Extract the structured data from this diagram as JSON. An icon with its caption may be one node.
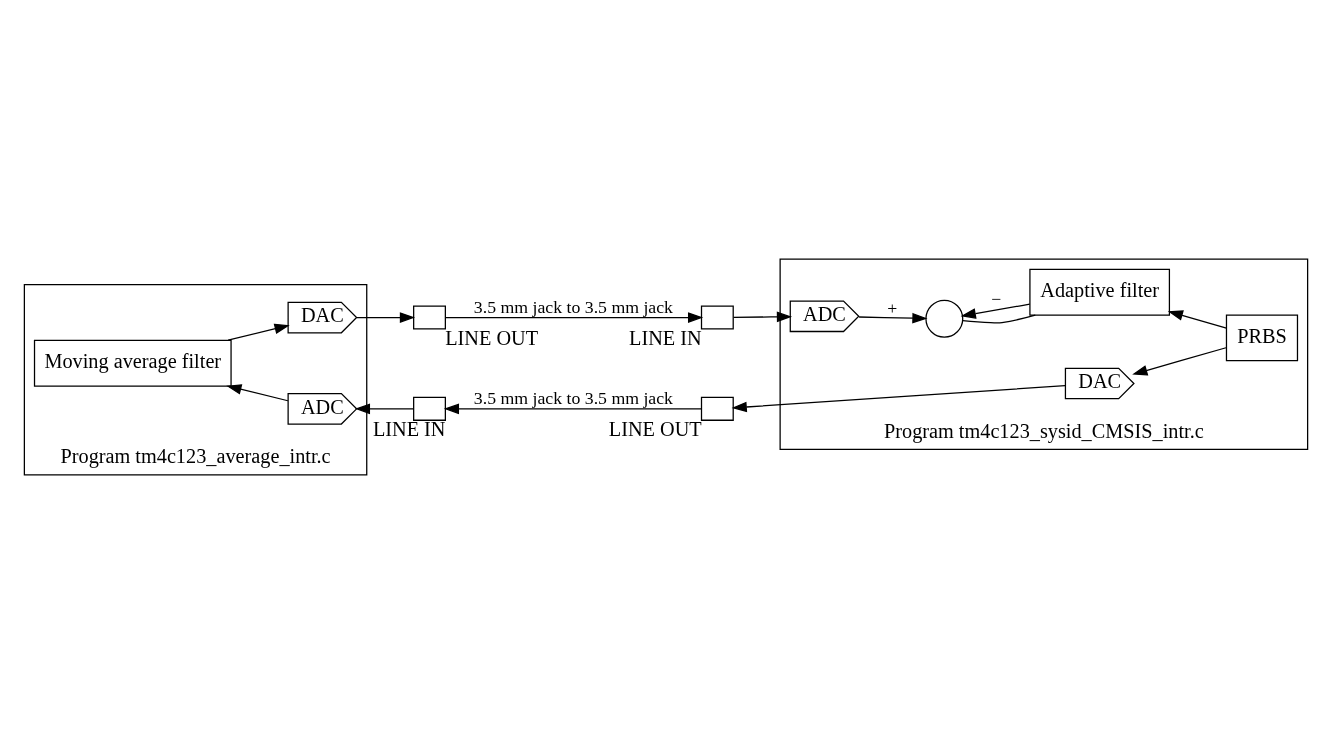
{
  "diagram": {
    "nodes": [
      {
        "text": [
          "Program tm4c123_average_intr.c"
        ]
      },
      {
        "text": [
          "Program tm4c123_sysid_CMSIS_intr.c"
        ]
      },
      {
        "text": [
          "DAC"
        ],
        "in": 0
      },
      {
        "text": [],
        "shape": "box",
        "beside": [
          "LINE OUT"
        ]
      },
      {
        "text": [],
        "shape": "box",
        "beside": [
          "LINE IN"
        ]
      },
      {
        "text": [
          "ADC"
        ],
        "in": 1
      },
      {
        "text": [],
        "shape": "circle",
        "in": 1
      },
      {
        "text": [
          "Moving average filter"
        ],
        "in": 0
      },
      {
        "text": [
          "Adaptive filter"
        ],
        "in": 1
      },
      {
        "text": [
          "ADC"
        ],
        "in": 0
      },
      {
        "text": [],
        "shape": "box",
        "beside": [
          "LINE IN"
        ]
      },
      {
        "text": [],
        "shape": "box",
        "beside": [
          "LINE OUT"
        ]
      },
      {
        "text": [
          "DAC"
        ],
        "in": 1
      },
      {
        "text": [
          "PRBS"
        ],
        "in": 1
      }
    ],
    "edges": [
      {
        "from": 2,
        "to": 3,
        "arrow": "to"
      },
      {
        "from": 3,
        "to": 4,
        "arrow": "to",
        "label": "3.5 mm jack to 3.5 mm jack"
      },
      {
        "from": 4,
        "to": 5,
        "arrow": "to"
      },
      {
        "from": 5,
        "to": 6,
        "arrow": "to",
        "label": "+"
      },
      {
        "from": 8,
        "to": 6,
        "arrow": "to",
        "label": "−"
      },
      {
        "from": 6,
        "to": 8,
        "arrow": "none"
      },
      {
        "from": 13,
        "to": 12,
        "arrow": "to"
      },
      {
        "from": 13,
        "to": 8,
        "arrow": "to"
      },
      {
        "from": 12,
        "to": 11,
        "arrow": "to"
      },
      {
        "from": 11,
        "to": 10,
        "arrow": "to",
        "label": "3.5 mm jack to 3.5 mm jack"
      },
      {
        "from": 10,
        "to": 9,
        "arrow": "to"
      },
      {
        "from": 9,
        "to": 7,
        "arrow": "to"
      },
      {
        "from": 7,
        "to": 2,
        "arrow": "to"
      }
    ]
  }
}
